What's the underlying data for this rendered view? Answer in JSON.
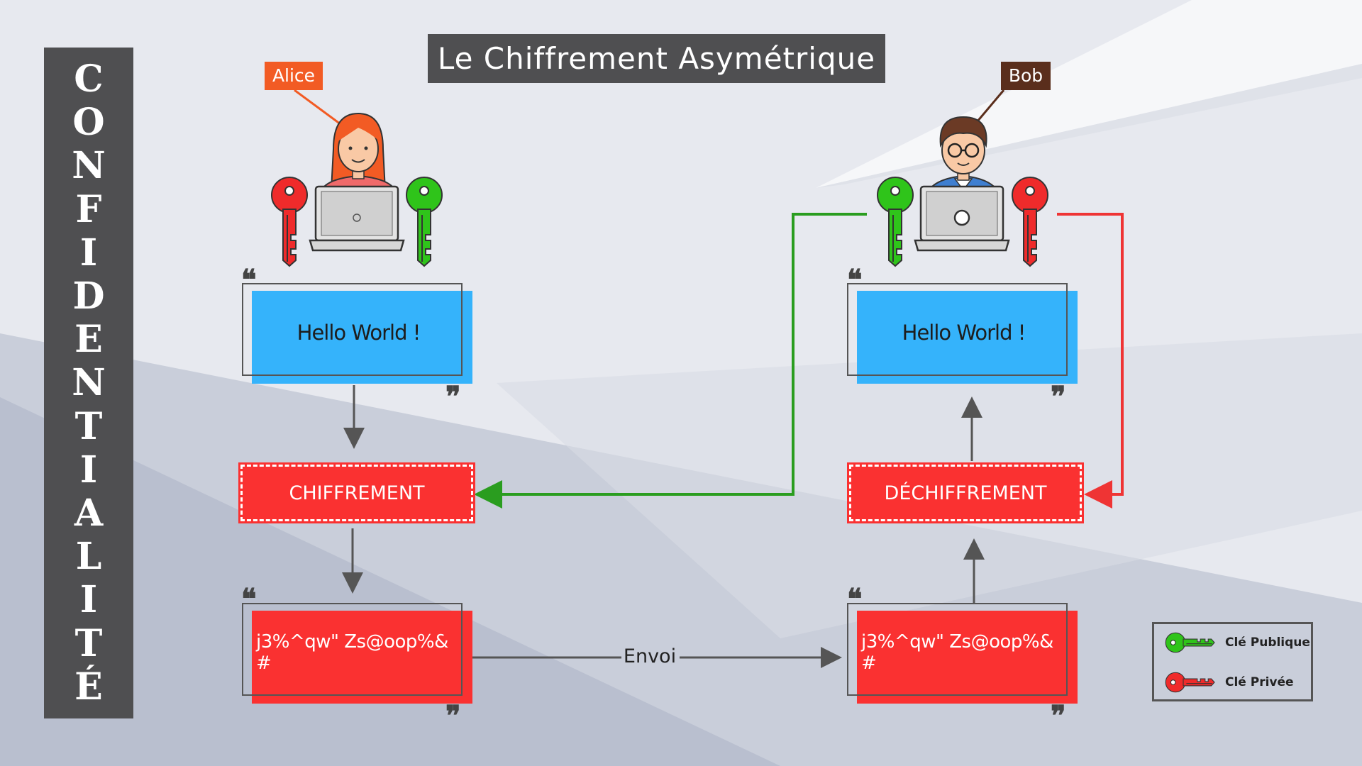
{
  "banner": {
    "letters": [
      "C",
      "O",
      "N",
      "F",
      "I",
      "D",
      "E",
      "N",
      "T",
      "I",
      "A",
      "L",
      "I",
      "T",
      "É"
    ]
  },
  "title": "Le Chiffrement Asymétrique",
  "alice": {
    "name": "Alice"
  },
  "bob": {
    "name": "Bob"
  },
  "alice_plain": "Hello World !",
  "bob_plain": "Hello World !",
  "alice_cipher": "j3%^qw\" Zs@oop%& #",
  "bob_cipher": "j3%^qw\" Zs@oop%& #",
  "encrypt_label": "CHIFFREMENT",
  "decrypt_label": "DÉCHIFFREMENT",
  "send_label": "Envoi",
  "legend": {
    "public_key": "Clé Publique",
    "private_key": "Clé Privée"
  },
  "colors": {
    "public_key": "#2fc41a",
    "private_key": "#ef2b2b",
    "plain_box": "#35b3fb",
    "cipher_box": "#fa3131",
    "dark_panel": "#4f4f51",
    "alice_tag": "#f25b24",
    "bob_tag": "#5a2e1c"
  },
  "icons": [
    "alice-avatar-icon",
    "bob-avatar-icon",
    "laptop-icon",
    "key-icon"
  ]
}
